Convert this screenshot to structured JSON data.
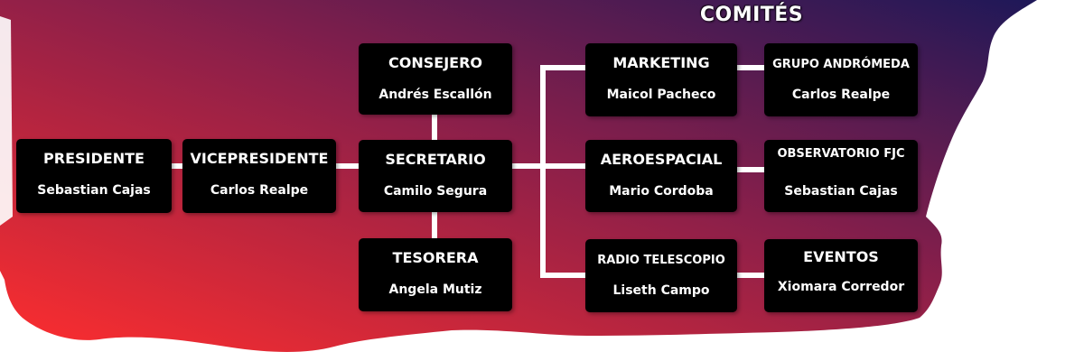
{
  "title": "COMITÉS",
  "colors": {
    "gradient_start": "#ff2e2e",
    "gradient_mid": "#8a1f4a",
    "gradient_end": "#1e1858",
    "box": "#000000",
    "line": "#ffffff"
  },
  "nodes": {
    "presidente": {
      "role": "PRESIDENTE",
      "name": "Sebastian Cajas"
    },
    "vicepresidente": {
      "role": "VICEPRESIDENTE",
      "name": "Carlos Realpe"
    },
    "consejero": {
      "role": "CONSEJERO",
      "name": "Andrés Escallón"
    },
    "secretario": {
      "role": "SECRETARIO",
      "name": "Camilo Segura"
    },
    "tesorera": {
      "role": "TESORERA",
      "name": "Angela Mutiz"
    },
    "marketing": {
      "role": "MARKETING",
      "name": "Maicol Pacheco"
    },
    "aeroespacial": {
      "role": "AEROESPACIAL",
      "name": "Mario Cordoba"
    },
    "radio_telescopio": {
      "role": "RADIO TELESCOPIO",
      "name": "Liseth Campo"
    },
    "grupo_andromeda": {
      "role": "GRUPO ANDRÓMEDA",
      "name": "Carlos Realpe"
    },
    "observatorio_fjc": {
      "role": "OBSERVATORIO FJC",
      "name": "Sebastian Cajas"
    },
    "eventos": {
      "role": "EVENTOS",
      "name": "Xiomara Corredor"
    }
  }
}
